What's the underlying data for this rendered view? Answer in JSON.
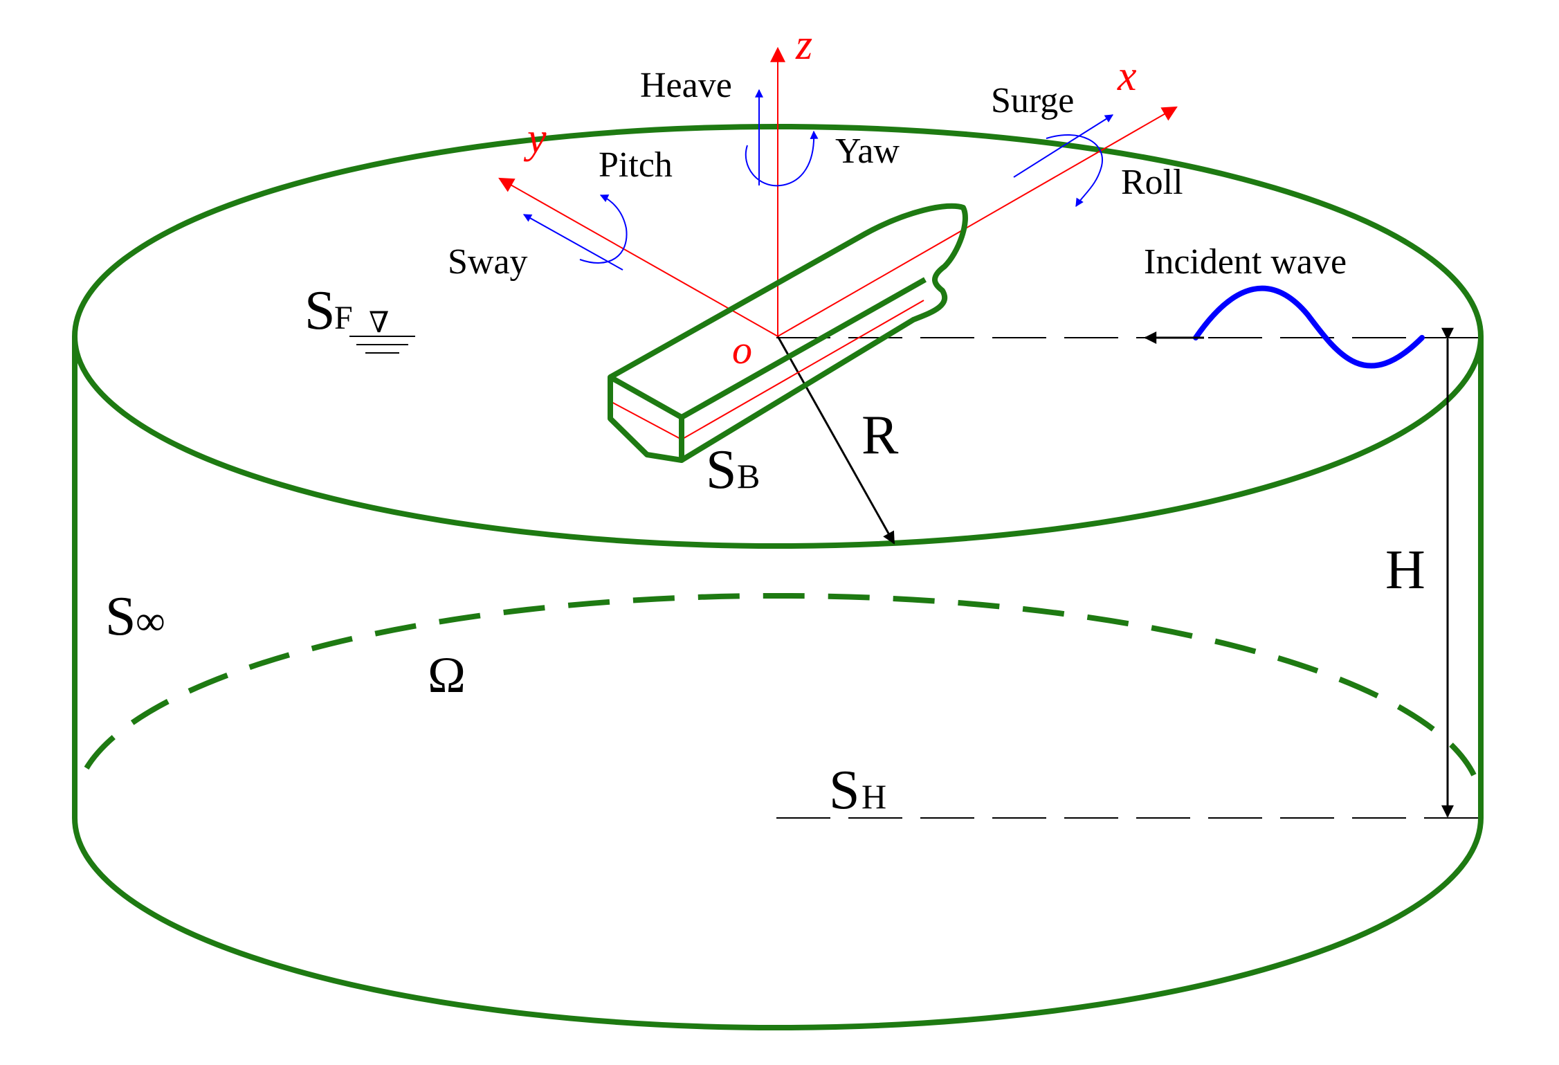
{
  "colors": {
    "boundary": "#1e7a12",
    "axis": "#ff0000",
    "motion": "#0000ff",
    "wave": "#0000ff",
    "text": "#000000",
    "axis_label": "#ff0000"
  },
  "labels": {
    "axis_z": "z",
    "axis_x": "x",
    "axis_y": "y",
    "origin": "o",
    "heave": "Heave",
    "yaw": "Yaw",
    "surge": "Surge",
    "roll": "Roll",
    "pitch": "Pitch",
    "sway": "Sway",
    "incident_wave": "Incident wave",
    "radius": "R",
    "depth": "H",
    "domain": "Ω",
    "free_surface_main": "S",
    "free_surface_sub": "F",
    "free_surface_symbol": "∇",
    "body_surface_main": "S",
    "body_surface_sub": "B",
    "far_field_main": "S",
    "far_field_sub": "∞",
    "bottom_main": "S",
    "bottom_sub": "H"
  }
}
